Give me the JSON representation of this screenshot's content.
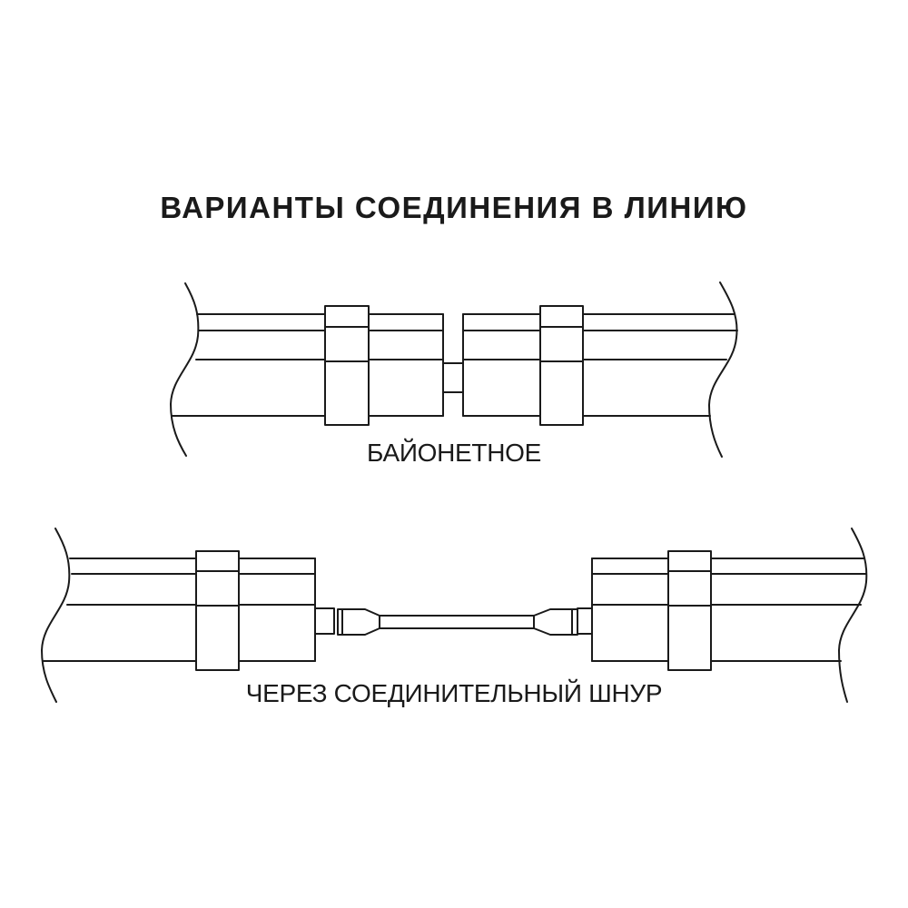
{
  "page": {
    "background": "#ffffff",
    "line_color": "#1a1a1a",
    "text_color": "#1a1a1a"
  },
  "title": {
    "text": "ВАРИАНТЫ СОЕДИНЕНИЯ В ЛИНИЮ"
  },
  "diagrams": {
    "bayonet": {
      "label": "БАЙОНЕТНОЕ"
    },
    "cord": {
      "label": "ЧЕРЕЗ СОЕДИНИТЕЛЬНЫЙ ШНУР"
    }
  }
}
